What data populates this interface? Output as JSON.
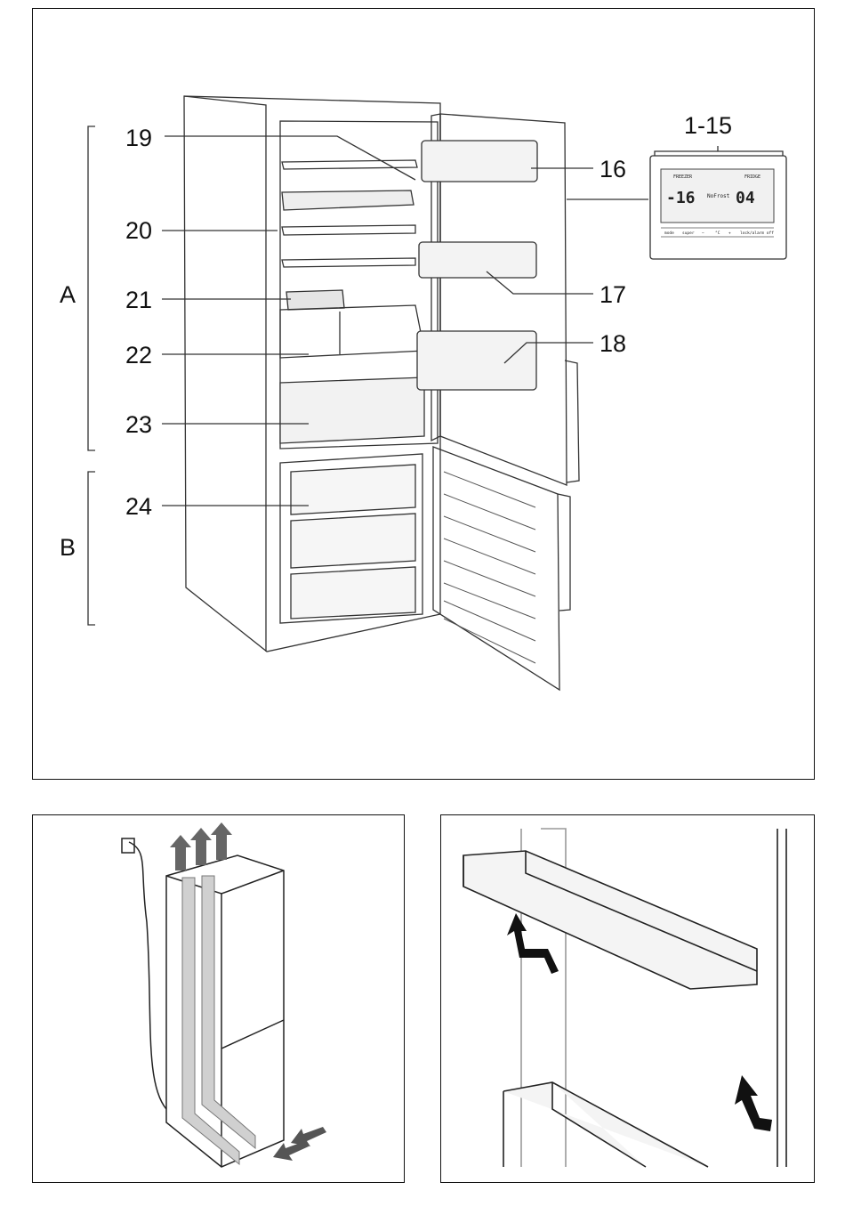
{
  "diagram": {
    "part_labels": [
      "1-15",
      "16",
      "17",
      "18",
      "19",
      "20",
      "21",
      "22",
      "23",
      "24"
    ],
    "zone_labels": [
      "A",
      "B"
    ],
    "control_panel": {
      "freezer_label": "FREEZER",
      "fridge_label": "FRIDGE",
      "freezer_temp": "-16",
      "fridge_temp": "04",
      "mode_text": "NoFrost",
      "buttons": [
        "mode",
        "super",
        "−",
        "°C",
        "+",
        "lock/alarm off"
      ]
    }
  }
}
